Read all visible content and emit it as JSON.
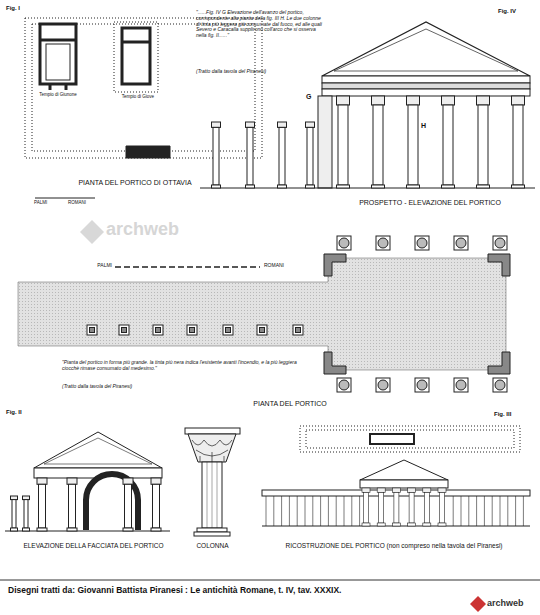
{
  "diagram": {
    "labels": [
      "Fig. I",
      "Tempio di Giunone",
      "Tempio di Giove",
      "PIANTA DEL PORTICO DI OTTAVIA",
      "PALMI",
      "ROMANI",
      "Fig. IV",
      "\"......Fig. IV G Elevazione dell'avanzo del portico, corrispondente alla pianta della fig. III H. Le due colonne di tinta più leggera già consumate dal fuoco, ed alle quali Severo e Caracalla supplirono coll'arco che si osserva nella fig. II......\"",
      "(Tratto dalla tavola del Piranesi)",
      "G",
      "H",
      "PROSPETTO - ELEVAZIONE DEL PORTICO",
      "archweb",
      "PALMI",
      "ROMANI",
      "\"Pianta del portico in forma più grande. la tinta più nera indica l'esistente avanti l'incendio, e la più leggiera ciocchè rimase consumato dal medesimo.\"",
      "(Tratto dalla tavola del Piranesi)",
      "PIANTA DEL PORTICO",
      "Fig. III",
      "Fig. II",
      "ELEVAZIONE DELLA FACCIATA DEL PORTICO",
      "COLONNA",
      "RICOSTRUZIONE DEL PORTICO (non compreso nella tavola del Piranesi)",
      "Disegni tratti da: Giovanni Battista Piranesi : Le antichità Romane, t. IV, tav. XXXIX.",
      "archweb"
    ]
  }
}
